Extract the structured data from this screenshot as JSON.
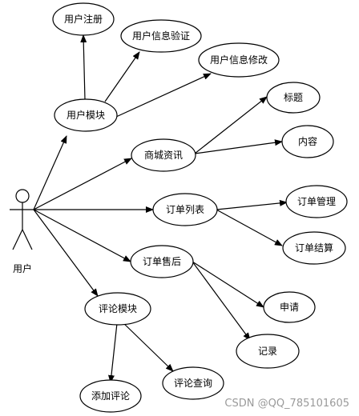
{
  "actor": {
    "label": "用户"
  },
  "use_cases": {
    "user_module": "用户模块",
    "user_register": "用户注册",
    "user_verify": "用户信息验证",
    "user_modify": "用户信息修改",
    "mall_news": "商城资讯",
    "news_title": "标题",
    "news_content": "内容",
    "order_list": "订单列表",
    "order_manage": "订单管理",
    "order_settle": "订单结算",
    "after_sale": "订单售后",
    "apply": "申请",
    "record": "记录",
    "review_module": "评论模块",
    "add_review": "添加评论",
    "query_review": "评论查询"
  },
  "watermark": "CSDN @QQ_785101605"
}
